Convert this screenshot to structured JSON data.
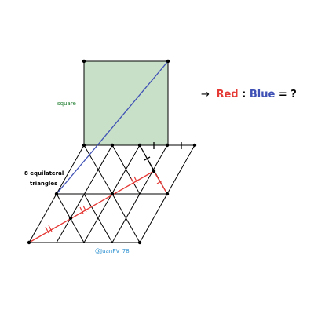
{
  "labels": {
    "square": "square",
    "triangles_line1": "8 equilateral",
    "triangles_line2": "triangles",
    "credit": "@JuanPV_78"
  },
  "question": {
    "arrow": "→",
    "red": "Red",
    "colon1": ":",
    "blue": "Blue",
    "equals": "=",
    "unknown": "?"
  },
  "colors": {
    "square_fill": "#c8dfc8",
    "red_segment": "#e53935",
    "blue_segment": "#3f51b5",
    "label_green": "#1a7a2a",
    "credit_blue": "#2a8fd0",
    "lines": "#000000"
  }
}
